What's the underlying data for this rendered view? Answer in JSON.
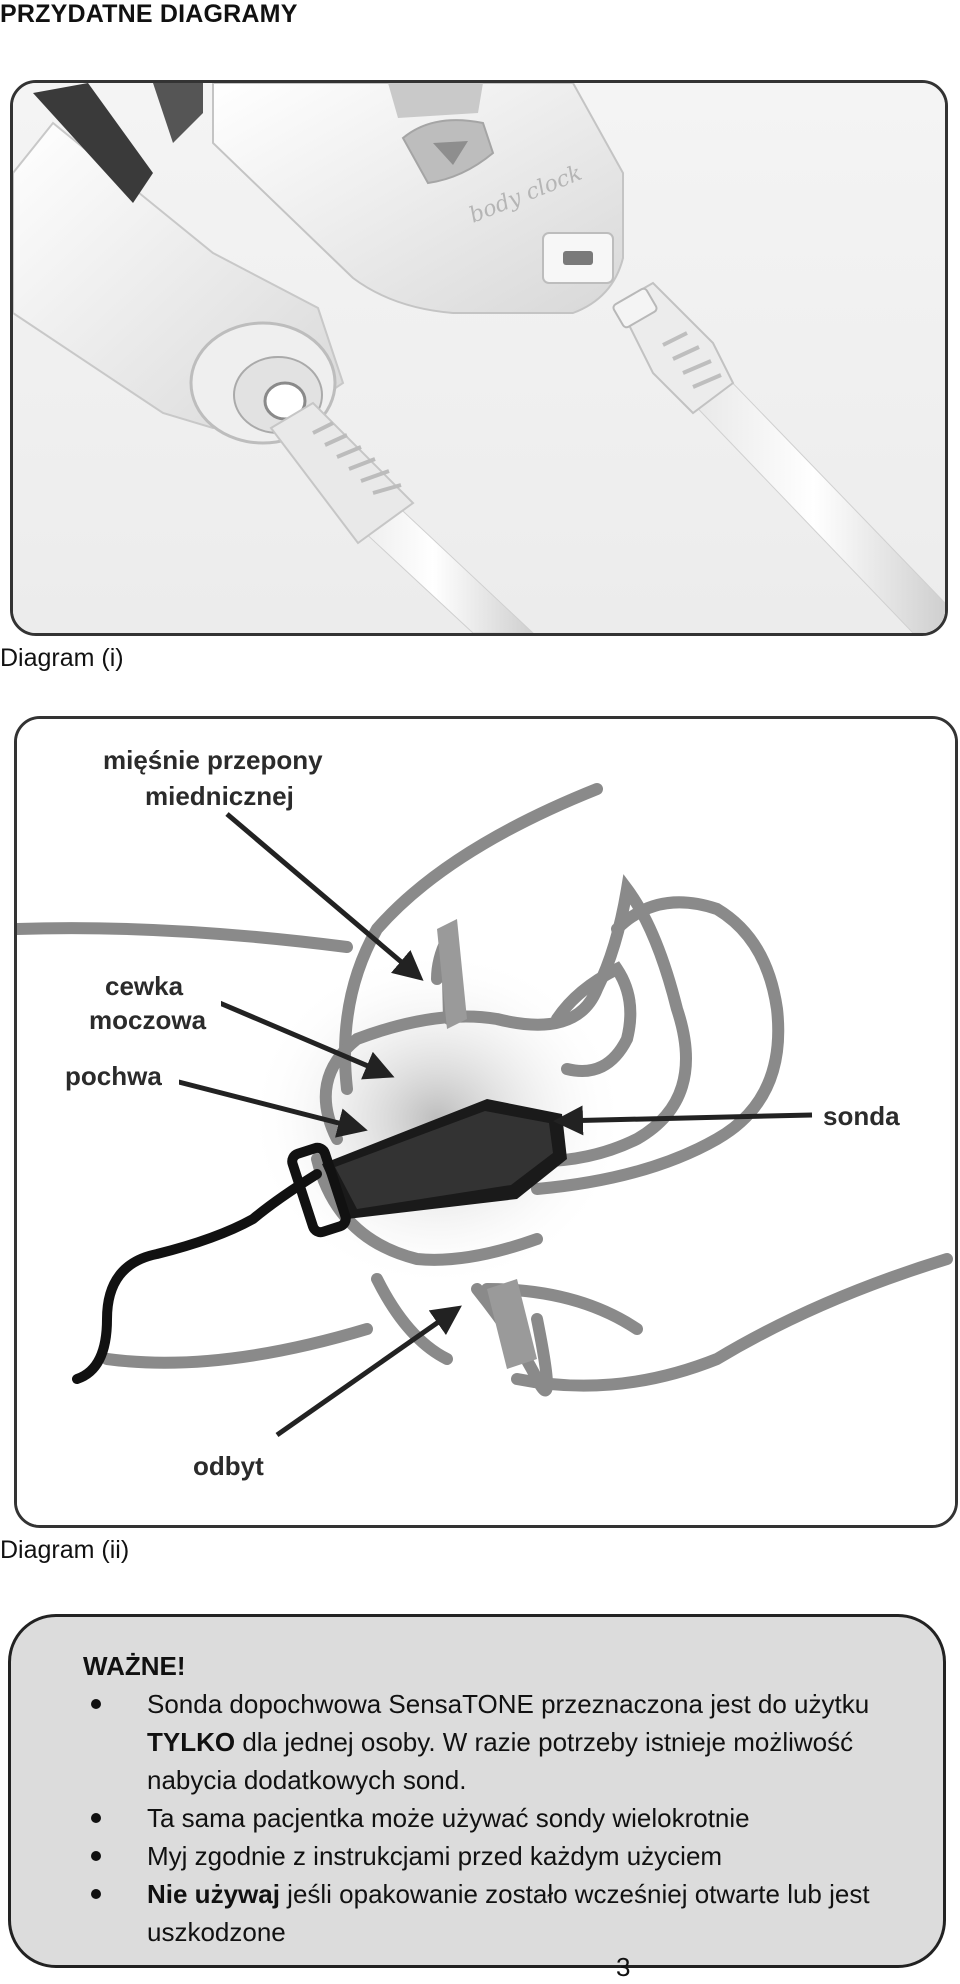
{
  "heading": "PRZYDATNE DIAGRAMY",
  "captions": {
    "diagram1": "Diagram (i)",
    "diagram2": "Diagram (ii)"
  },
  "device": {
    "brand": "body clock"
  },
  "anatomy_labels": {
    "pelvic_floor_line1": "mięśnie przepony",
    "pelvic_floor_line2": "miednicznej",
    "urethra_line1": "cewka",
    "urethra_line2": "moczowa",
    "vagina": "pochwa",
    "probe": "sonda",
    "anus": "odbyt"
  },
  "notice": {
    "title": "WAŻNE!",
    "items": [
      {
        "before": "Sonda dopochwowa SensaTONE przeznaczona jest do użytku ",
        "bold": "TYLKO",
        "after": " dla jednej osoby. W razie potrzeby istnieje możliwość nabycia dodatkowych sond."
      },
      {
        "before": "Ta sama pacjentka może używać sondy wielokrotnie",
        "bold": "",
        "after": ""
      },
      {
        "before": "Myj zgodnie z instrukcjami przed każdym użyciem",
        "bold": "",
        "after": ""
      },
      {
        "before": "",
        "bold": "Nie używaj",
        "after": " jeśli opakowanie zostało wcześniej otwarte lub jest uszkodzone"
      }
    ]
  },
  "page_number": "3"
}
